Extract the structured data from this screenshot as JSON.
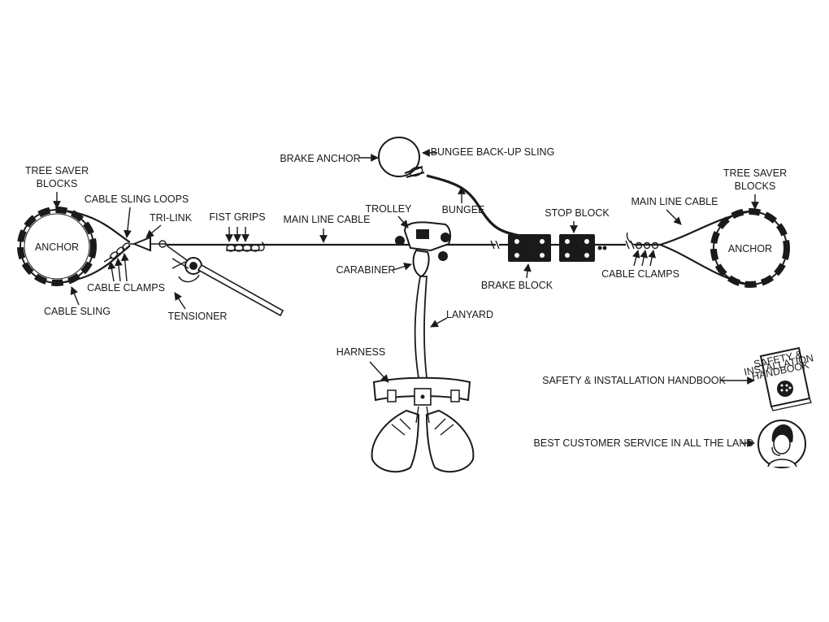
{
  "labels": {
    "tree_saver_left": "TREE SAVER",
    "tree_saver_left_2": "BLOCKS",
    "tree_saver_right": "TREE SAVER",
    "tree_saver_right_2": "BLOCKS",
    "anchor_left": "ANCHOR",
    "anchor_right": "ANCHOR",
    "cable_sling_loops": "CABLE SLING LOOPS",
    "tri_link": "TRI-LINK",
    "fist_grips": "FIST GRIPS",
    "main_line_cable_left": "MAIN LINE CABLE",
    "main_line_cable_right": "MAIN LINE CABLE",
    "cable_clamps_left": "CABLE CLAMPS",
    "cable_clamps_right": "CABLE CLAMPS",
    "cable_sling": "CABLE SLING",
    "tensioner": "TENSIONER",
    "brake_anchor": "BRAKE ANCHOR",
    "bungee_backup_sling": "BUNGEE BACK-UP SLING",
    "bungee": "BUNGEE",
    "trolley": "TROLLEY",
    "carabiner": "CARABINER",
    "stop_block": "STOP BLOCK",
    "brake_block": "BRAKE BLOCK",
    "lanyard": "LANYARD",
    "harness": "HARNESS",
    "safety_handbook": "SAFETY & INSTALLATION HANDBOOK",
    "customer_service": "BEST CUSTOMER SERVICE IN ALL THE LAND"
  },
  "handbook_cover": {
    "line1": "SAFETY &",
    "line2": "INSTALLATION",
    "line3": "HANDBOOK"
  },
  "colors": {
    "ink": "#1a1a1a",
    "background": "#ffffff"
  }
}
